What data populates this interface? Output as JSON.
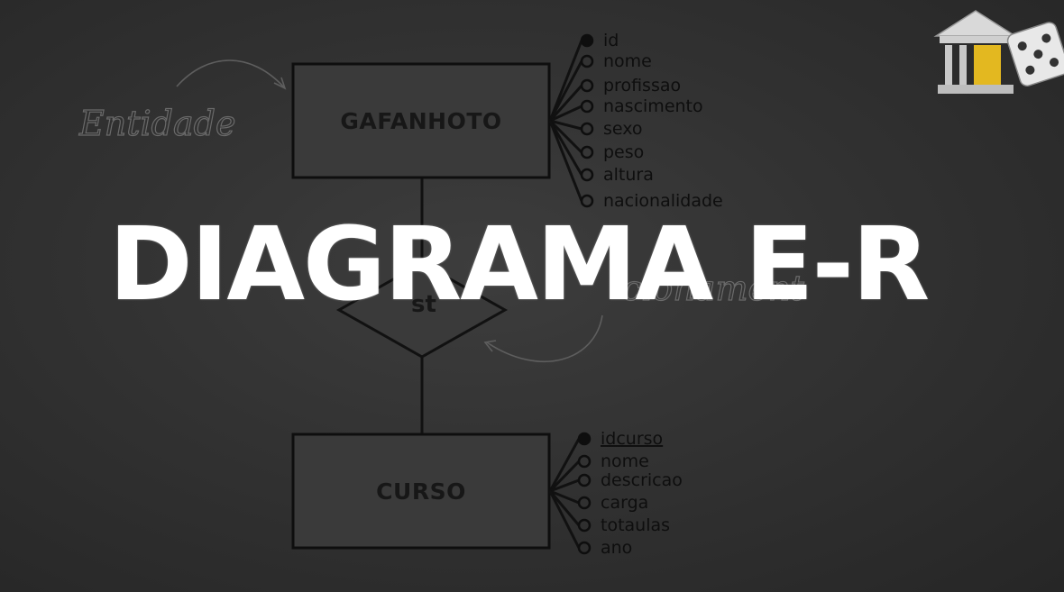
{
  "overlay": {
    "title": "DIAGRAMA E-R"
  },
  "labels": {
    "entity_annotation": "Entidade",
    "relationship_annotation_fragment": "cionament"
  },
  "relationship": {
    "name_fragment": "st"
  },
  "entities": [
    {
      "name": "GAFANHOTO",
      "attributes": [
        {
          "name": "id",
          "primary_key": true
        },
        {
          "name": "nome",
          "primary_key": false
        },
        {
          "name": "profissao",
          "primary_key": false
        },
        {
          "name": "nascimento",
          "primary_key": false
        },
        {
          "name": "sexo",
          "primary_key": false
        },
        {
          "name": "peso",
          "primary_key": false
        },
        {
          "name": "altura",
          "primary_key": false
        },
        {
          "name": "nacionalidade",
          "primary_key": false
        }
      ]
    },
    {
      "name": "CURSO",
      "attributes": [
        {
          "name": "idcurso",
          "primary_key": true
        },
        {
          "name": "nome",
          "primary_key": false
        },
        {
          "name": "descricao",
          "primary_key": false
        },
        {
          "name": "carga",
          "primary_key": false
        },
        {
          "name": "totaulas",
          "primary_key": false
        },
        {
          "name": "ano",
          "primary_key": false
        }
      ]
    }
  ],
  "colors": {
    "background": "#2f2f2f",
    "lines": "#111111",
    "title": "#ffffff"
  },
  "icons": [
    "bank-building-icon",
    "dice-icon"
  ]
}
